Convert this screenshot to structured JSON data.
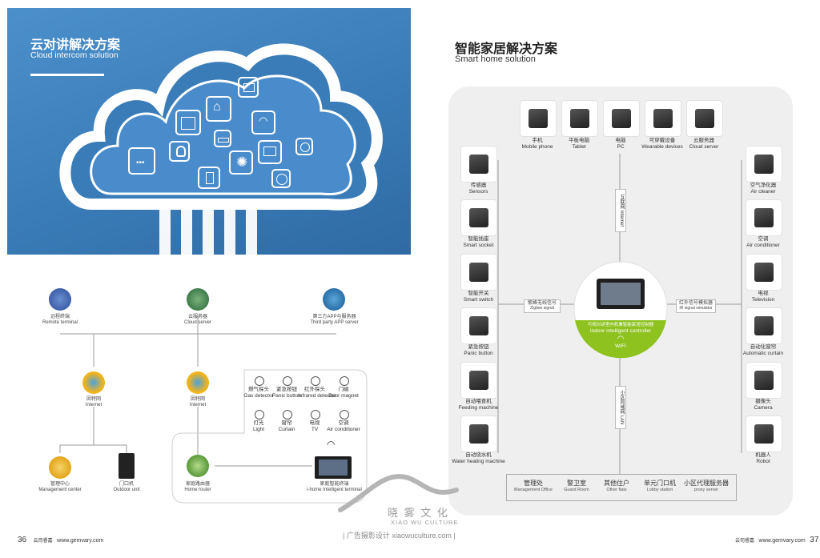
{
  "left_page": {
    "title_cn": "云对讲解决方案",
    "title_en": "Cloud intercom solution",
    "diagram": {
      "remote": {
        "cn": "远程终端",
        "en": "Remote terminal"
      },
      "cloud": {
        "cn": "云服务器",
        "en": "Cloud server"
      },
      "thirdparty": {
        "cn": "第三方APP与服务器",
        "en": "Third party APP server"
      },
      "internet1": {
        "cn": "因特网",
        "en": "Internet"
      },
      "internet2": {
        "cn": "因特网",
        "en": "Internet"
      },
      "mgmt": {
        "cn": "管理中心",
        "en": "Management center"
      },
      "outdoor": {
        "cn": "门口机",
        "en": "Outdoor unit"
      },
      "router": {
        "cn": "家庭路由器",
        "en": "Home router"
      },
      "terminal": {
        "cn": "家庭智能终端",
        "en": "i-home Intelligent terminal"
      },
      "devices": [
        {
          "cn": "燃气探头",
          "en": "Gas detector",
          "icon": "gas-detector-icon"
        },
        {
          "cn": "紧急按钮",
          "en": "Panic button",
          "icon": "panic-button-icon"
        },
        {
          "cn": "红外探头",
          "en": "Infrared detector",
          "icon": "infrared-detector-icon"
        },
        {
          "cn": "门磁",
          "en": "Door magnet",
          "icon": "door-magnet-icon"
        },
        {
          "cn": "灯光",
          "en": "Light",
          "icon": "light-icon"
        },
        {
          "cn": "窗帘",
          "en": "Curtain",
          "icon": "curtain-icon"
        },
        {
          "cn": "电视",
          "en": "TV",
          "icon": "tv-icon"
        },
        {
          "cn": "空调",
          "en": "Air conditioner",
          "icon": "air-conditioner-icon"
        }
      ]
    },
    "footer": {
      "page": "36",
      "brand": "云司睿嘉",
      "url": "www.gemvary.com"
    }
  },
  "right_page": {
    "title_cn": "智能家居解决方案",
    "title_en": "Smart home solution",
    "top_devices": [
      {
        "cn": "手机",
        "en": "Mobile phone",
        "icon": "mobile-phone-icon"
      },
      {
        "cn": "平板电脑",
        "en": "Tablet",
        "icon": "tablet-icon"
      },
      {
        "cn": "电脑",
        "en": "PC",
        "icon": "laptop-icon"
      },
      {
        "cn": "可穿戴设备",
        "en": "Wearable devices",
        "icon": "smartwatch-icon"
      },
      {
        "cn": "云服务器",
        "en": "Cloud server",
        "icon": "server-icon"
      }
    ],
    "left_devices": [
      {
        "cn": "传感器",
        "en": "Sensors",
        "icon": "sensor-icon"
      },
      {
        "cn": "智能插座",
        "en": "Smart socket",
        "icon": "socket-icon"
      },
      {
        "cn": "智能开关",
        "en": "Smart switch",
        "icon": "switch-icon"
      },
      {
        "cn": "紧急按钮",
        "en": "Panic button",
        "icon": "panic-button-icon"
      },
      {
        "cn": "自动喂食机",
        "en": "Feeding machine",
        "icon": "feeder-icon"
      },
      {
        "cn": "自动烧水机",
        "en": "Water heating machine",
        "icon": "kettle-icon"
      }
    ],
    "right_devices": [
      {
        "cn": "空气净化器",
        "en": "Air cleaner",
        "icon": "air-purifier-icon"
      },
      {
        "cn": "空调",
        "en": "Air conditioner",
        "icon": "air-conditioner-icon"
      },
      {
        "cn": "电视",
        "en": "Television",
        "icon": "tv-icon"
      },
      {
        "cn": "自动化窗帘",
        "en": "Automatic curtain",
        "icon": "curtain-icon"
      },
      {
        "cn": "摄像头",
        "en": "Camera",
        "icon": "camera-icon"
      },
      {
        "cn": "机器人",
        "en": "Robot",
        "icon": "robot-icon"
      }
    ],
    "links": {
      "top": "互联网 Internet",
      "bottom": "小区局域网 LAN",
      "left_cn": "紫蜂无线信号",
      "left_en": "Zigbee signal",
      "right_cn": "红外信号模拟器",
      "right_en": "IR signal simulator"
    },
    "center": {
      "cn": "可视对讲室内机兼智能家居控制器",
      "en": "Indoor intelligent controller",
      "wifi": "WIFI"
    },
    "bottom_bar": [
      {
        "cn": "管理处",
        "en": "Management Office"
      },
      {
        "cn": "警卫室",
        "en": "Guard Room"
      },
      {
        "cn": "其他住户",
        "en": "Other flats"
      },
      {
        "cn": "单元门口机",
        "en": "Lobby station"
      },
      {
        "cn": "小区代理服务器",
        "en": "proxy server"
      }
    ],
    "footer": {
      "page": "37",
      "brand": "云司睿嘉",
      "url": "www.gemvary.com"
    }
  },
  "watermark": {
    "cn": "晓 雾 文 化",
    "en": "XIAO WU CULTURE",
    "sub": "| 广告摄影设计 xiaowuculture.com |"
  },
  "colors": {
    "blue": "#3a7cb8",
    "green": "#8dc21f",
    "gold": "#f0b31c",
    "panel": "#efefef"
  }
}
